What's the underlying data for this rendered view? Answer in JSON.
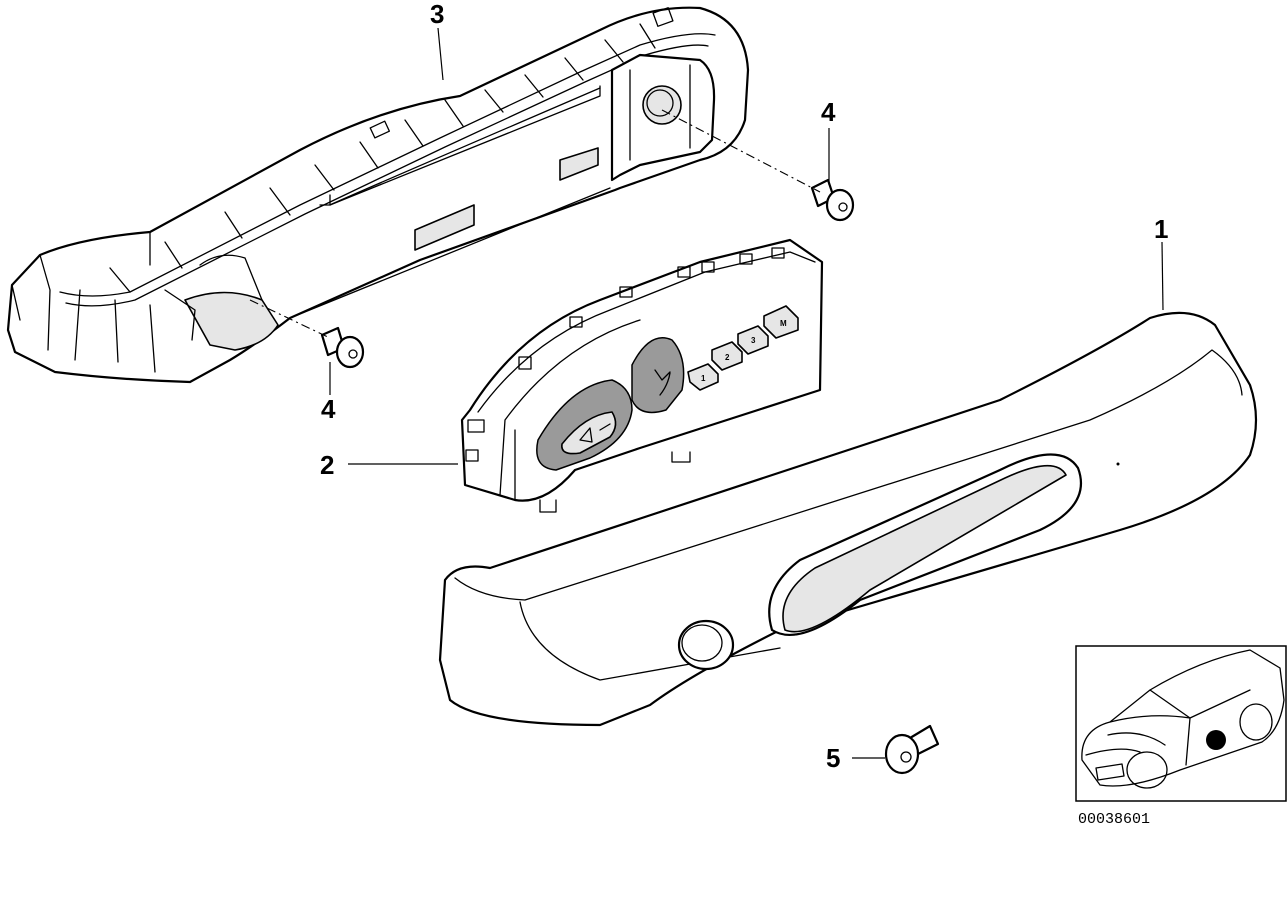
{
  "diagram": {
    "callouts": [
      {
        "id": "part-1",
        "label": "1"
      },
      {
        "id": "part-2",
        "label": "2"
      },
      {
        "id": "part-3",
        "label": "3"
      },
      {
        "id": "part-4-upper",
        "label": "4"
      },
      {
        "id": "part-4-lower",
        "label": "4"
      },
      {
        "id": "part-5",
        "label": "5"
      }
    ],
    "switch_buttons": [
      "1",
      "2",
      "3",
      "M"
    ],
    "reference_number": "00038601",
    "inset": {
      "marker_color": "#000000"
    }
  }
}
